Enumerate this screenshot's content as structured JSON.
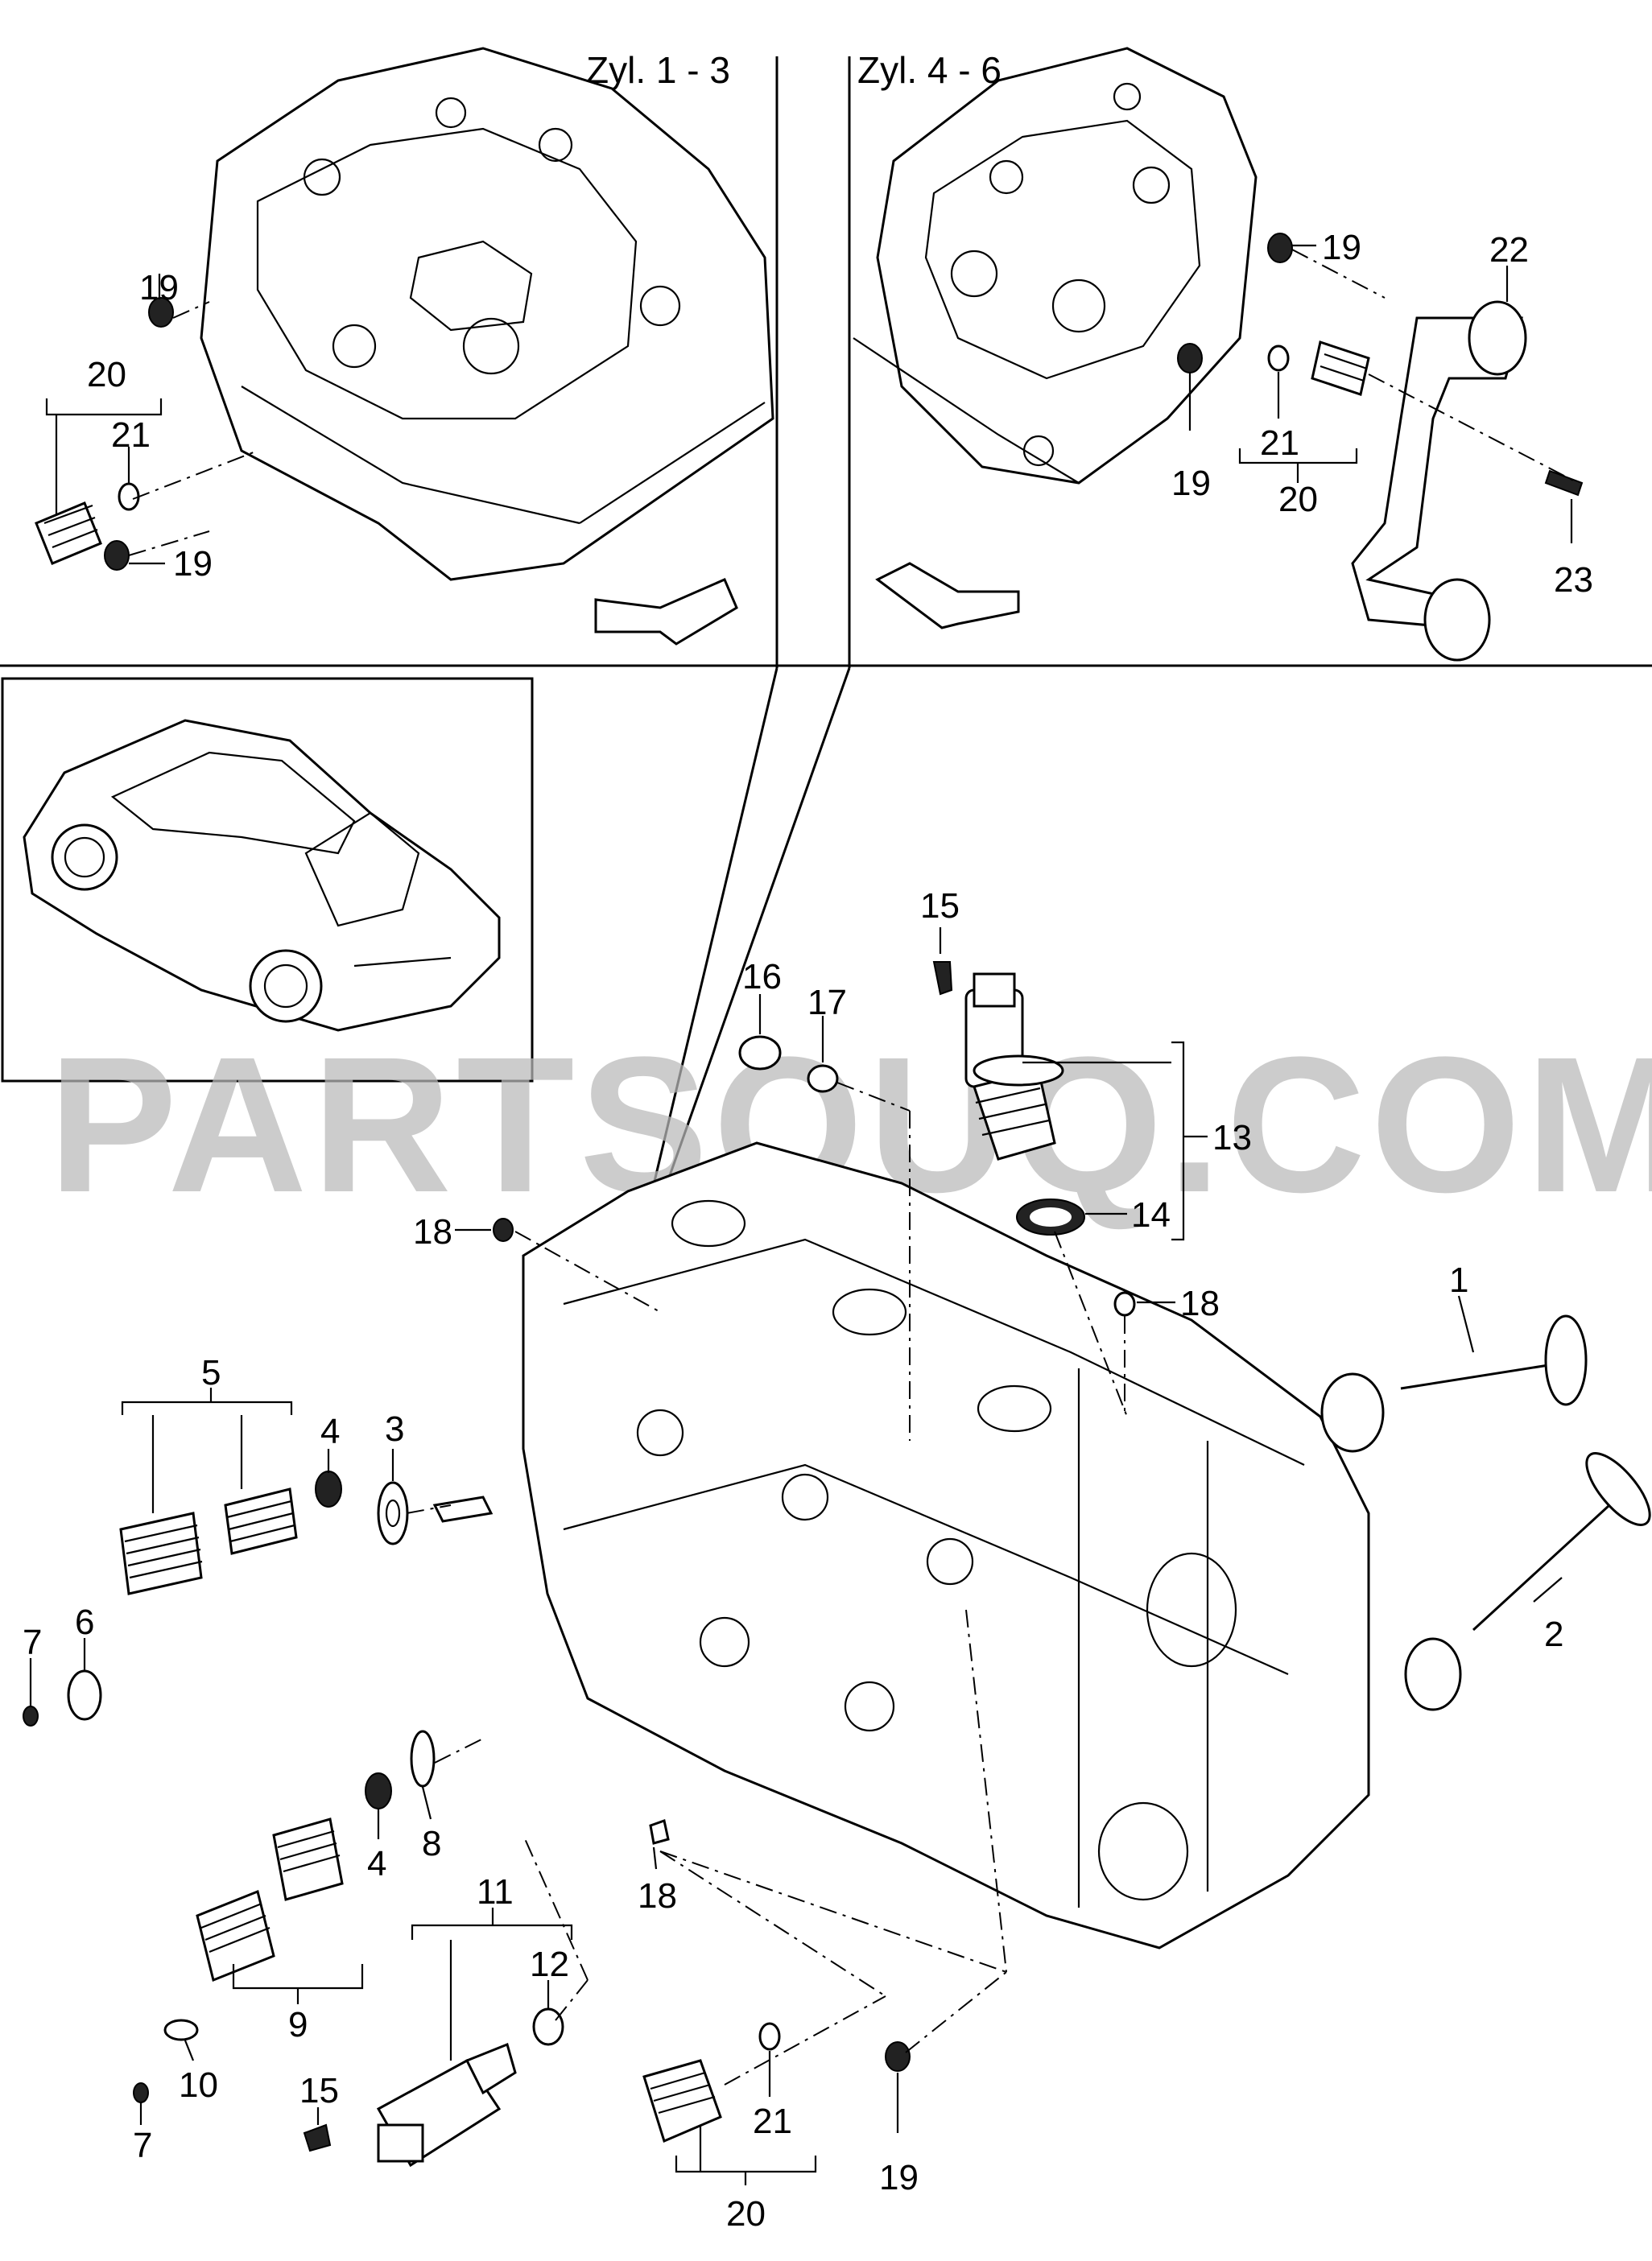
{
  "panels": {
    "left_header": "Zyl. 1 - 3",
    "right_header": "Zyl. 4 - 6"
  },
  "watermark": "PARTSOUQ.COM",
  "callouts": {
    "c1": "1",
    "c2": "2",
    "c3": "3",
    "c4a": "4",
    "c4b": "4",
    "c5": "5",
    "c6": "6",
    "c7a": "7",
    "c7b": "7",
    "c8": "8",
    "c9": "9",
    "c10": "10",
    "c11": "11",
    "c12": "12",
    "c13": "13",
    "c14": "14",
    "c15a": "15",
    "c15b": "15",
    "c16": "16",
    "c17": "17",
    "c18a": "18",
    "c18b": "18",
    "c18c": "18",
    "c19a": "19",
    "c19b": "19",
    "c19c": "19",
    "c19d": "19",
    "c19e": "19",
    "c20a": "20",
    "c20b": "20",
    "c20c": "20",
    "c21a": "21",
    "c21b": "21",
    "c21c": "21",
    "c22": "22",
    "c23": "23"
  },
  "colors": {
    "line": "#000000",
    "background": "#ffffff",
    "watermark": "#b9b9b9"
  }
}
